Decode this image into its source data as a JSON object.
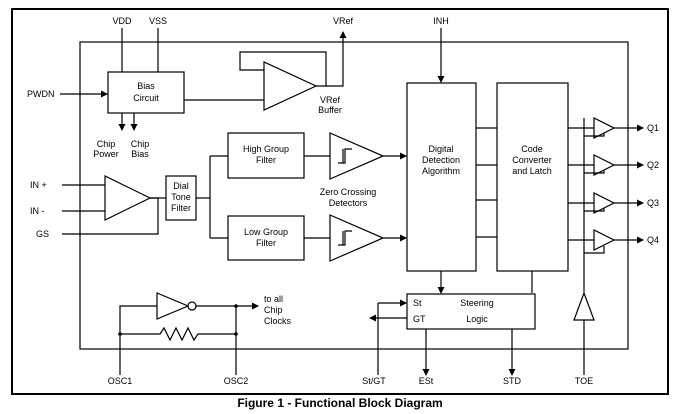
{
  "pins": {
    "vdd": "VDD",
    "vss": "VSS",
    "vref": "VRef",
    "inh": "INH",
    "pwdn": "PWDN",
    "in_plus": "IN +",
    "in_minus": "IN -",
    "gs": "GS",
    "q1": "Q1",
    "q2": "Q2",
    "q3": "Q3",
    "q4": "Q4",
    "osc1": "OSC1",
    "osc2": "OSC2",
    "st_gt": "St/GT",
    "est": "ESt",
    "std": "STD",
    "toe": "TOE"
  },
  "blocks": {
    "bias_circuit": [
      "Bias",
      "Circuit"
    ],
    "vref_buffer": [
      "VRef",
      "Buffer"
    ],
    "high_group_filter": [
      "High Group",
      "Filter"
    ],
    "low_group_filter": [
      "Low Group",
      "Filter"
    ],
    "dial_tone_filter": [
      "Dial",
      "Tone",
      "Filter"
    ],
    "digital_detection": [
      "Digital",
      "Detection",
      "Algorithm"
    ],
    "code_converter": [
      "Code",
      "Converter",
      "and Latch"
    ],
    "steering_logic": [
      "Steering",
      "Logic"
    ],
    "steering_st": "St",
    "steering_gt": "GT"
  },
  "labels": {
    "chip_power": [
      "Chip",
      "Power"
    ],
    "chip_bias": [
      "Chip",
      "Bias"
    ],
    "zero_crossing": [
      "Zero Crossing",
      "Detectors"
    ],
    "chip_clocks": [
      "to all",
      "Chip",
      "Clocks"
    ]
  },
  "caption": "Figure 1 - Functional Block Diagram"
}
